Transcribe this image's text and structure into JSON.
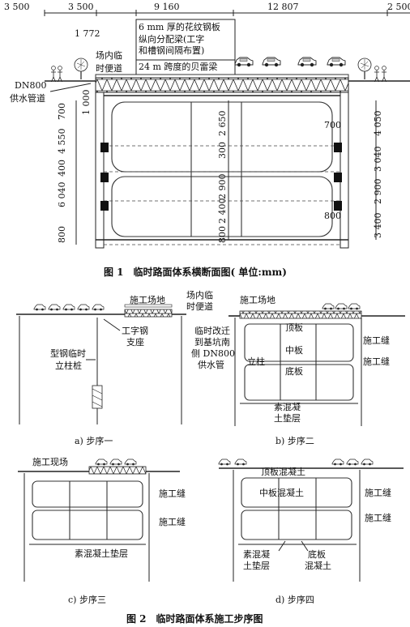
{
  "fig1": {
    "dims_top": [
      "3 500",
      "3 500",
      "9 160",
      "12 807",
      "2 500"
    ],
    "dim_1772": "1 772",
    "labels": {
      "plate": "6 mm 厚的花纹钢板",
      "beam1": "纵向分配梁(工字",
      "beam2": "和槽钢间隔布置)",
      "bailey": "24 m 跨度的贝雷梁",
      "road1": "场内临",
      "road2": "时便道",
      "pipe1": "DN800",
      "pipe2": "供水管道",
      "d1000": "1 000"
    },
    "dims_left": [
      "700",
      "4 550",
      "400",
      "6 040",
      "800"
    ],
    "dims_mid": [
      "2 650",
      "300",
      "2 900",
      "2 400",
      "800"
    ],
    "dims_right": [
      "4 050",
      "3 040",
      "2 900",
      "3 400"
    ],
    "dim_700r": "700",
    "dim_800r": "800",
    "caption": "图 1　临时路面体系横断面图( 单位:mm)"
  },
  "fig2": {
    "a": {
      "site": "施工场地",
      "beam1": "工字钢",
      "beam2": "支座",
      "pile1": "型钢临时",
      "pile2": "立柱桩",
      "caption": "a) 步序一"
    },
    "b": {
      "road1": "场内临",
      "road2": "时便道",
      "site": "施工场地",
      "pipe1": "临时改迁",
      "pipe2": "到基坑南",
      "pipe3": "侧 DN800",
      "pipe4": "供水管",
      "top": "顶板",
      "mid": "中板",
      "column": "立柱",
      "bottom": "底板",
      "joint1": "施工缝",
      "joint2": "施工缝",
      "pad1": "素混凝",
      "pad2": "土垫层",
      "caption": "b) 步序二"
    },
    "c": {
      "site": "施工现场",
      "joint1": "施工缝",
      "joint2": "施工缝",
      "pad": "素混凝土垫层",
      "caption": "c) 步序三"
    },
    "d": {
      "top": "顶板混凝土",
      "mid": "中板混凝土",
      "joint1": "施工缝",
      "joint2": "施工缝",
      "pad1": "素混凝",
      "pad2": "土垫层",
      "bot1": "底板",
      "bot2": "混凝土",
      "caption": "d) 步序四"
    },
    "caption": "图 2　临时路面体系施工步序图"
  }
}
